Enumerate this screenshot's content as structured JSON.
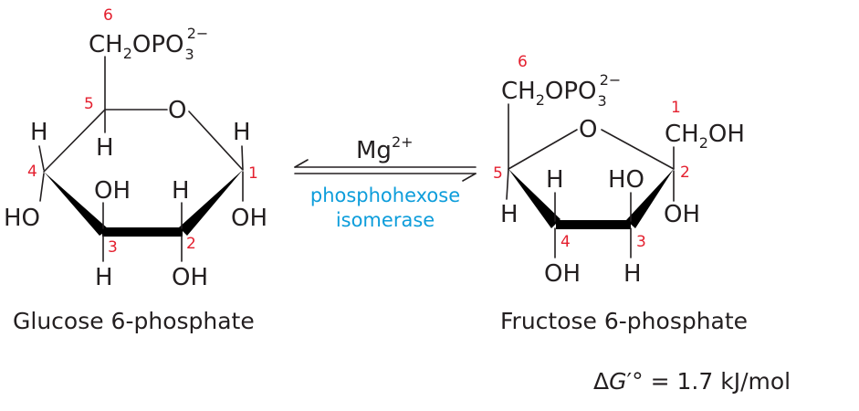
{
  "glucose": {
    "name": "Glucose 6-phosphate",
    "c6_group": {
      "main": "CH",
      "sub1": "2",
      "mid": "OPO",
      "sub2": "3",
      "sup": "2−"
    },
    "ring_oxygen": "O",
    "substituents": {
      "c5_h": "H",
      "c4_h": "H",
      "c4_oh": "HO",
      "c3_oh": "OH",
      "c3_h": "H",
      "c2_h": "H",
      "c2_oh": "OH",
      "c1_h": "H",
      "c1_oh": "OH"
    },
    "carbon_numbers": {
      "c1": "1",
      "c2": "2",
      "c3": "3",
      "c4": "4",
      "c5": "5",
      "c6": "6"
    }
  },
  "fructose": {
    "name": "Fructose 6-phosphate",
    "c6_group": {
      "main": "CH",
      "sub1": "2",
      "mid": "OPO",
      "sub2": "3",
      "sup": "2−"
    },
    "c1_group": {
      "main": "CH",
      "sub": "2",
      "tail": "OH"
    },
    "ring_oxygen": "O",
    "substituents": {
      "c5_h": "H",
      "c4_h": "H",
      "c4_oh": "OH",
      "c3_ho": "HO",
      "c3_h": "H",
      "c2_oh": "OH"
    },
    "carbon_numbers": {
      "c1": "1",
      "c2": "2",
      "c3": "3",
      "c4": "4",
      "c5": "5",
      "c6": "6"
    }
  },
  "reaction": {
    "cofactor": {
      "main": "Mg",
      "sup": "2+"
    },
    "enzyme_line1": "phosphohexose",
    "enzyme_line2": "isomerase"
  },
  "free_energy": {
    "delta": "Δ",
    "symbol": "G",
    "prime": "′°",
    "equals": " = 1.7 kJ/mol"
  },
  "colors": {
    "carbon_number": "#e4202f",
    "enzyme": "#0d9ddb",
    "text": "#231f20"
  }
}
